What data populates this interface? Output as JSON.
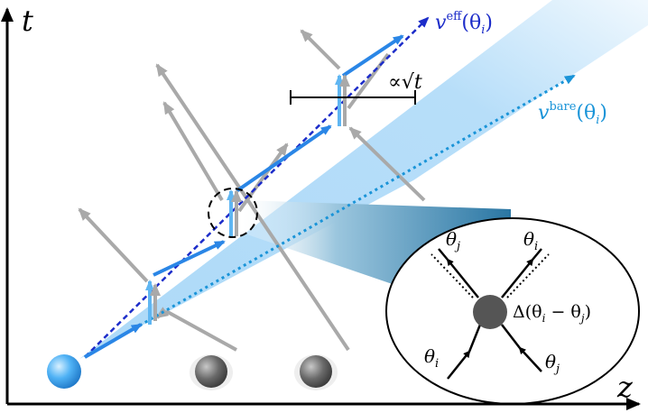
{
  "axes": {
    "t_label": "t",
    "z_label": "z"
  },
  "velocities": {
    "effective": {
      "base": "v",
      "superscript": "eff",
      "argument": "(θ",
      "subscript": "i",
      "close": ")"
    },
    "bare": {
      "base": "v",
      "superscript": "bare",
      "argument": "(θ",
      "subscript": "i",
      "close": ")"
    }
  },
  "spread_label": {
    "prefix": "∝",
    "radical": "√",
    "variable": "t"
  },
  "inset": {
    "top_left": {
      "base": "θ",
      "subscript": "j"
    },
    "top_right": {
      "base": "θ",
      "subscript": "i"
    },
    "bottom_left": {
      "base": "θ",
      "subscript": "i"
    },
    "bottom_right": {
      "base": "θ",
      "subscript": "j"
    },
    "kernel": {
      "symbol": "Δ(θ",
      "sub1": "i",
      "minus": " − θ",
      "sub2": "j",
      "close": ")"
    }
  },
  "colors": {
    "tracer": "#2f9bf0",
    "effective_velocity": "#1c2cc9",
    "bare_velocity": "#1a94d8",
    "trajectory": "#2a86e6",
    "cone": "#9fd3f7",
    "background_particle": "#a9a9a9",
    "axis": "#000000"
  },
  "particles": [
    {
      "name": "tracer-particle",
      "kind": "tracer"
    },
    {
      "name": "background-particle",
      "kind": "background"
    },
    {
      "name": "background-particle",
      "kind": "background"
    }
  ]
}
